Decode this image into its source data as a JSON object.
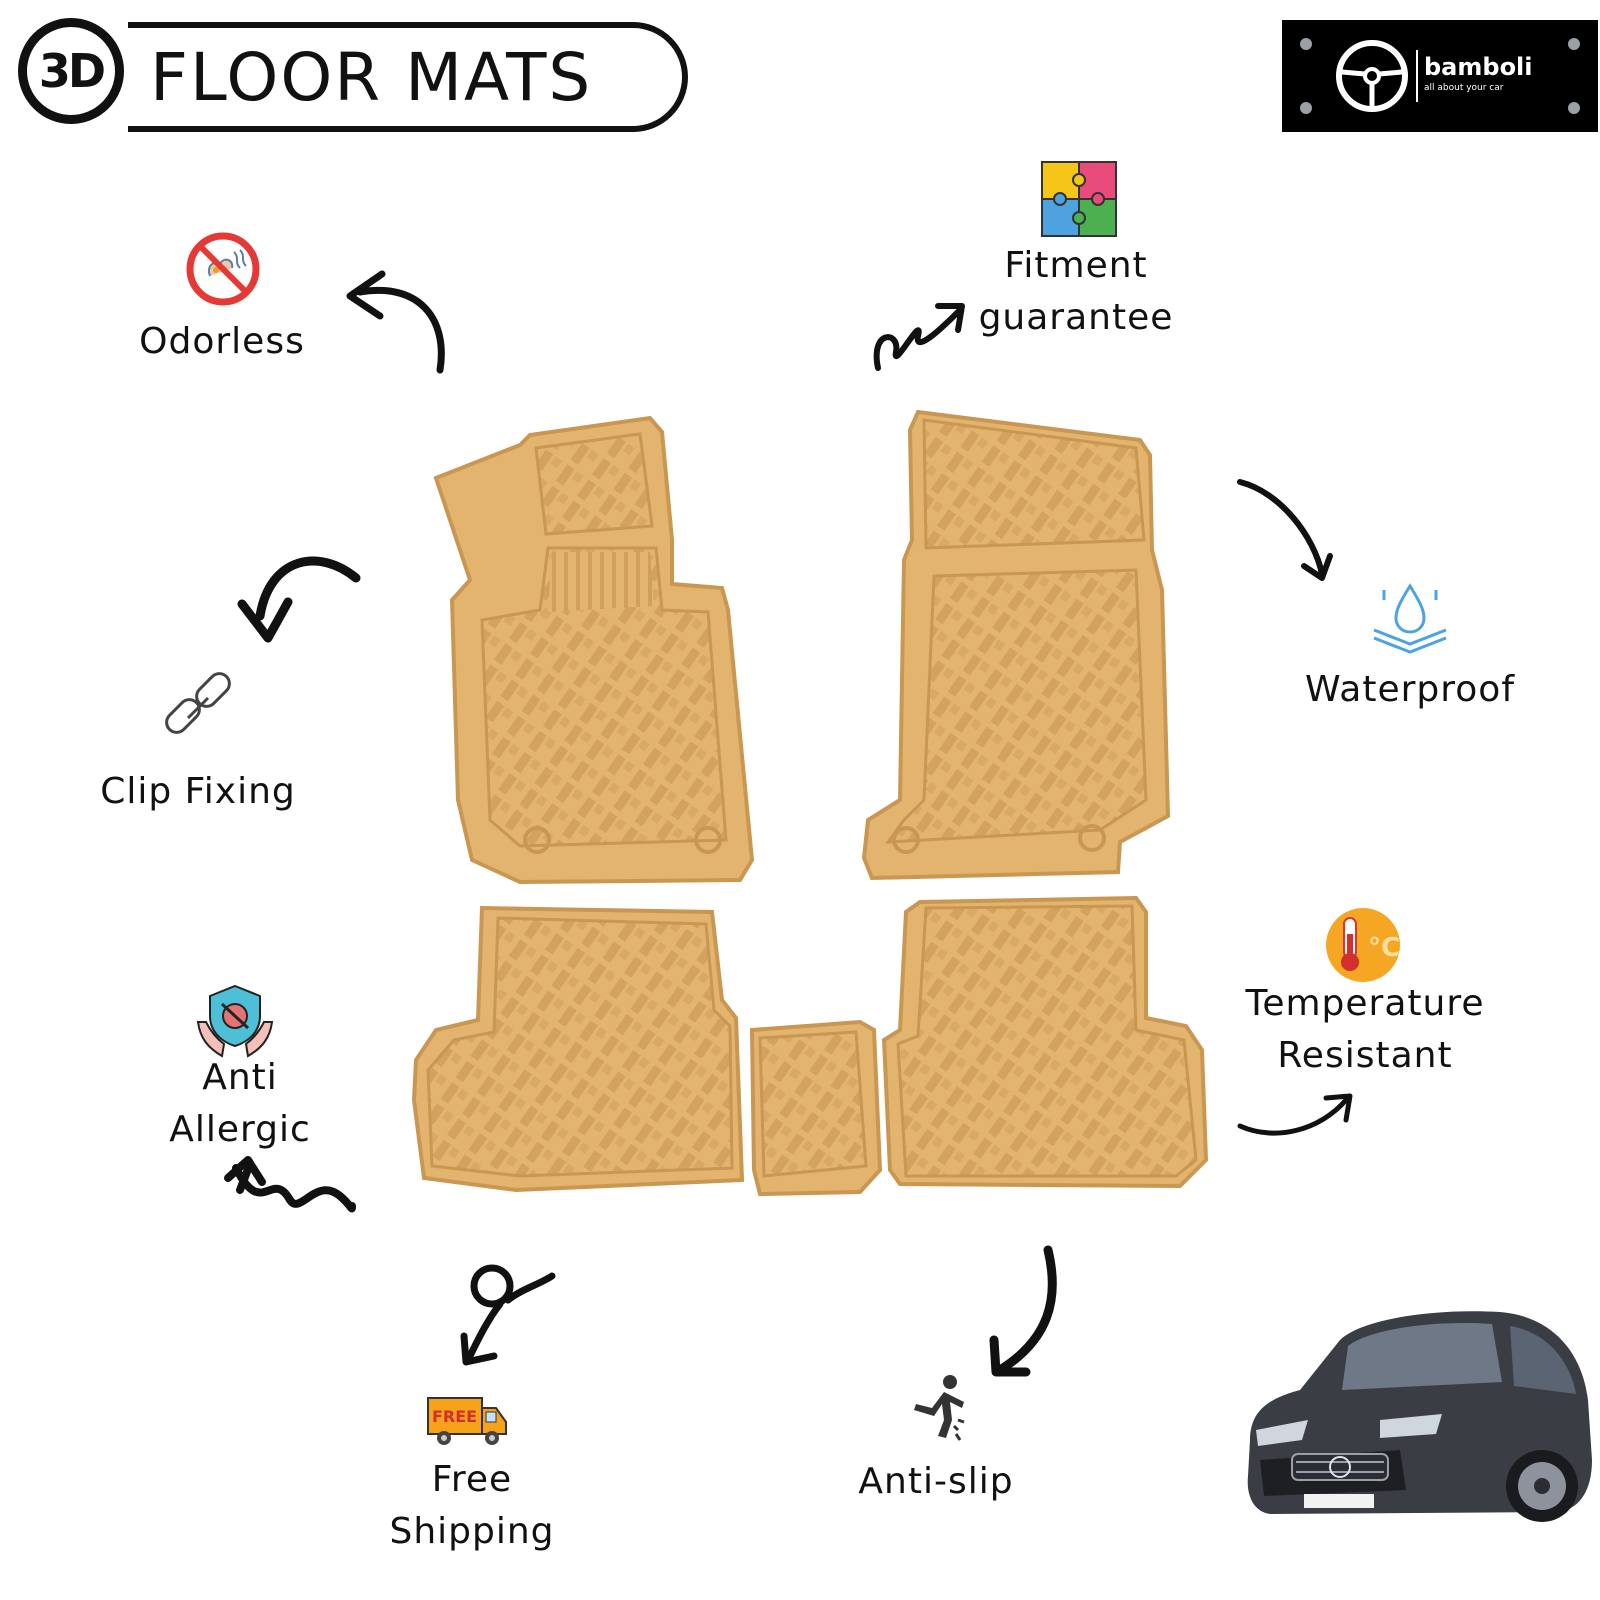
{
  "header": {
    "badge": "3D",
    "title": "FLOOR MATS"
  },
  "brand": {
    "name": "bamboli",
    "tagline": "all about your car"
  },
  "features": [
    {
      "id": "odorless",
      "label": "Odorless",
      "icon": "no-odor-icon"
    },
    {
      "id": "fitment",
      "label_line1": "Fitment",
      "label_line2": "guarantee",
      "icon": "puzzle-icon"
    },
    {
      "id": "clip",
      "label": "Clip Fixing",
      "icon": "chain-link-icon"
    },
    {
      "id": "waterproof",
      "label": "Waterproof",
      "icon": "water-drop-icon"
    },
    {
      "id": "allergic",
      "label_line1": "Anti",
      "label_line2": "Allergic",
      "icon": "shield-hands-icon"
    },
    {
      "id": "temperature",
      "label_line1": "Temperature",
      "label_line2": "Resistant",
      "icon": "thermometer-icon"
    },
    {
      "id": "shipping",
      "label_line1": "Free",
      "label_line2": "Shipping",
      "icon": "free-truck-icon",
      "truck_text": "FREE"
    },
    {
      "id": "antislip",
      "label": "Anti-slip",
      "icon": "slipping-person-icon"
    }
  ],
  "colors": {
    "mat": "#e3b46e",
    "mat_dark": "#c99752",
    "ink": "#111111",
    "logo_bg": "#000000"
  }
}
